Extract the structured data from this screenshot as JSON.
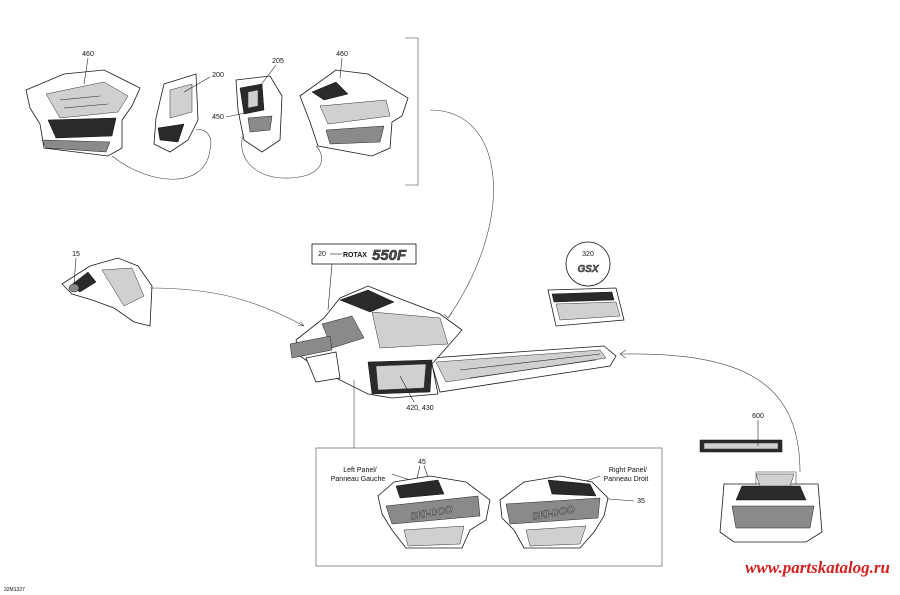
{
  "callouts": {
    "c460_left": "460",
    "c200": "200",
    "c205": "205",
    "c450": "450",
    "c460_right": "460",
    "c15": "15",
    "c20": "20",
    "c320": "320",
    "c420_430": "420, 430",
    "c600": "600",
    "c45": "45",
    "c35": "35"
  },
  "decals": {
    "rotax_prefix": "ROTAX",
    "rotax_model": "550F",
    "gsx": "GSX",
    "skidoo": "SKI-DOO"
  },
  "panel_labels": {
    "left_en": "Left Panel/",
    "left_fr": "Panneau Gauche",
    "right_en": "Right Panel/",
    "right_fr": "Panneau Droit"
  },
  "footer": {
    "drawing_id": "32M1327",
    "watermark": "www.partskatalog.ru"
  },
  "colors": {
    "watermark": "#d42020",
    "line": "#1a1a1a"
  }
}
